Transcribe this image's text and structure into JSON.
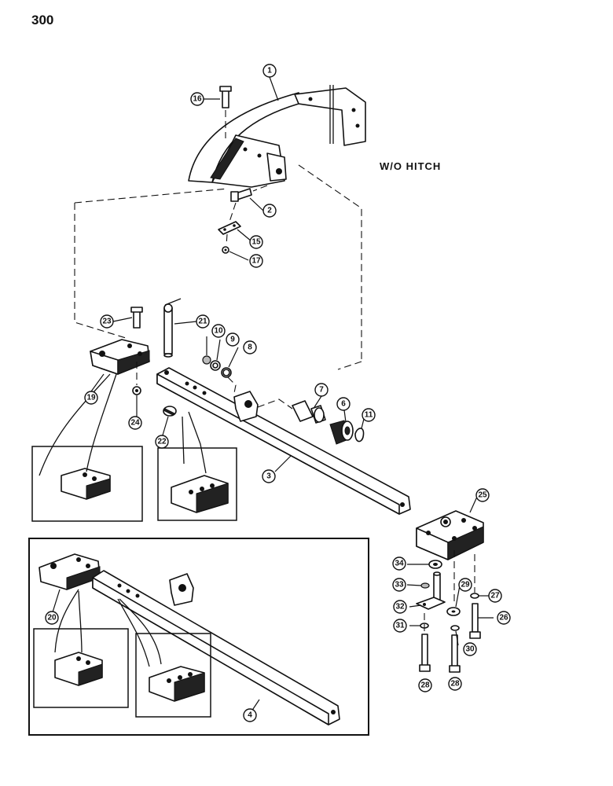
{
  "page_number": "300",
  "note": "W/O HITCH",
  "callouts": [
    "1",
    "2",
    "3",
    "4",
    "6",
    "7",
    "8",
    "9",
    "10",
    "11",
    "15",
    "16",
    "17",
    "19",
    "20",
    "21",
    "22",
    "23",
    "24",
    "25",
    "26",
    "27",
    "28",
    "29",
    "30",
    "31",
    "32",
    "33",
    "34",
    "28"
  ]
}
